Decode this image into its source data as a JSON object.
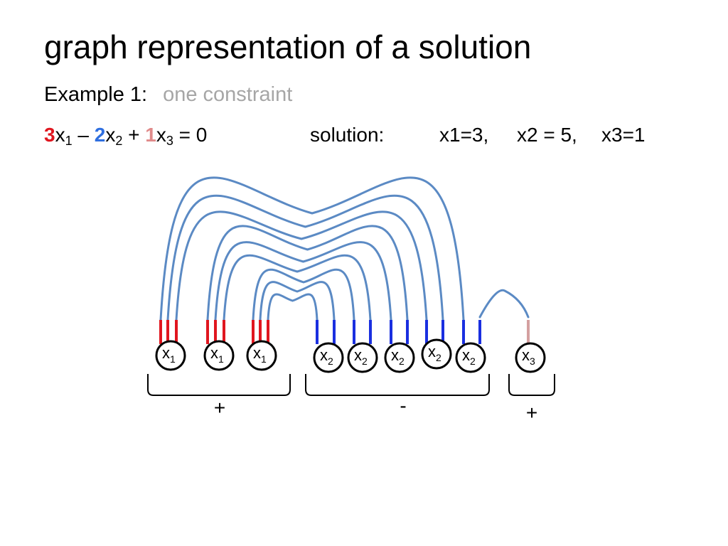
{
  "title": "graph representation of a solution",
  "subtitle": {
    "label": "Example 1:",
    "note": "one constraint"
  },
  "equation": {
    "terms": [
      {
        "coef": "3",
        "var": "x",
        "sub": "1",
        "color": "#e0161f"
      },
      {
        "op": "–",
        "coef": "2",
        "var": "x",
        "sub": "2",
        "color": "#2f6fe0"
      },
      {
        "op": "+",
        "coef": "1",
        "var": "x",
        "sub": "3",
        "color": "#e08a8a"
      }
    ],
    "rhs": "= 0"
  },
  "solution": {
    "label": "solution:",
    "x1": "x1=3,",
    "x2": "x2 = 5,",
    "x3": "x3=1"
  },
  "diagram": {
    "colors": {
      "x1": "#e0161f",
      "x2": "#1a2fe0",
      "x3": "#d4a0a0",
      "arc": "#5b8ac4"
    },
    "nodes": [
      {
        "var": "x",
        "sub": "1",
        "group": "x1"
      },
      {
        "var": "x",
        "sub": "1",
        "group": "x1"
      },
      {
        "var": "x",
        "sub": "1",
        "group": "x1"
      },
      {
        "var": "x",
        "sub": "2",
        "group": "x2"
      },
      {
        "var": "x",
        "sub": "2",
        "group": "x2"
      },
      {
        "var": "x",
        "sub": "2",
        "group": "x2"
      },
      {
        "var": "x",
        "sub": "2",
        "group": "x2"
      },
      {
        "var": "x",
        "sub": "2",
        "group": "x2"
      },
      {
        "var": "x",
        "sub": "3",
        "group": "x3"
      }
    ],
    "signs": [
      "+",
      "-",
      "+"
    ]
  }
}
